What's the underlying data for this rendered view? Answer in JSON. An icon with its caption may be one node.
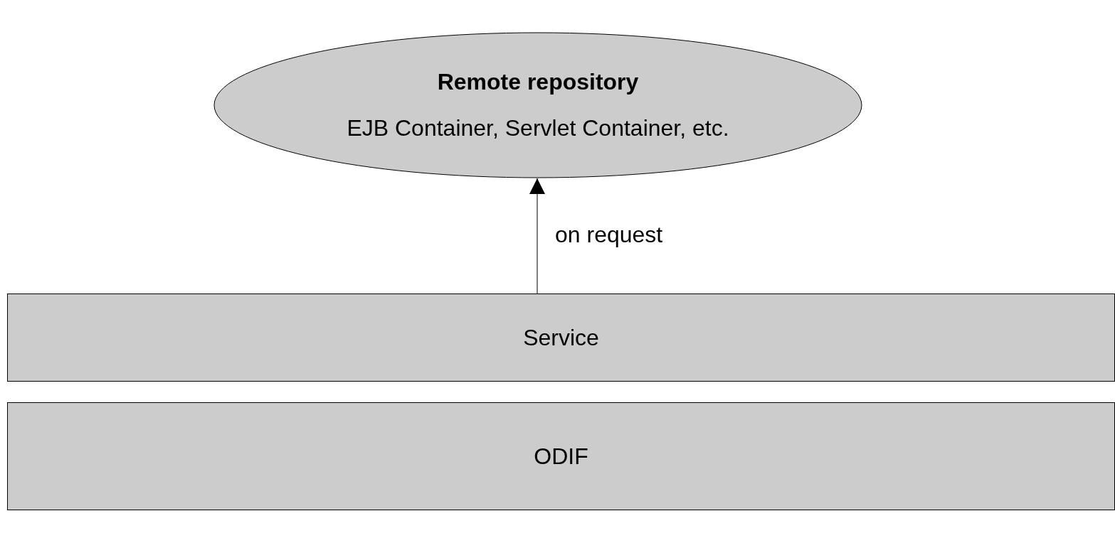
{
  "diagram": {
    "nodes": [
      {
        "text": [
          "Remote repository",
          "EJB Container, Servlet Container, etc."
        ]
      },
      {
        "text": [
          "Service"
        ]
      },
      {
        "text": [
          "ODIF"
        ]
      }
    ],
    "edges": [
      {
        "from": 1,
        "to": 0,
        "arrow": "to",
        "label": "on request"
      }
    ]
  }
}
